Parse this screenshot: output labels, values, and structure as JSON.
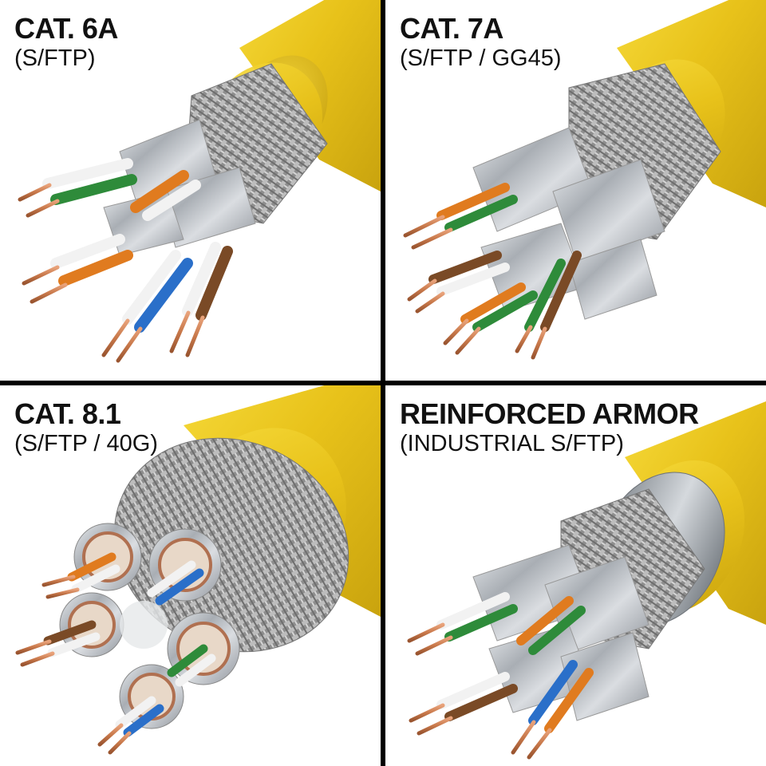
{
  "panels": [
    {
      "title": "CAT. 6A",
      "subtitle": "(S/FTP)"
    },
    {
      "title": "CAT. 7A",
      "subtitle": "(S/FTP / GG45)"
    },
    {
      "title": "CAT. 8.1",
      "subtitle": "(S/FTP / 40G)"
    },
    {
      "title": "REINFORCED ARMOR",
      "subtitle": "(INDUSTRIAL S/FTP)"
    }
  ],
  "colors": {
    "jacket": "#E8C21A",
    "braid": "#9C9C9C",
    "foil": "#C9CCD0",
    "copper": "#C8784A",
    "divider": "#000000"
  }
}
